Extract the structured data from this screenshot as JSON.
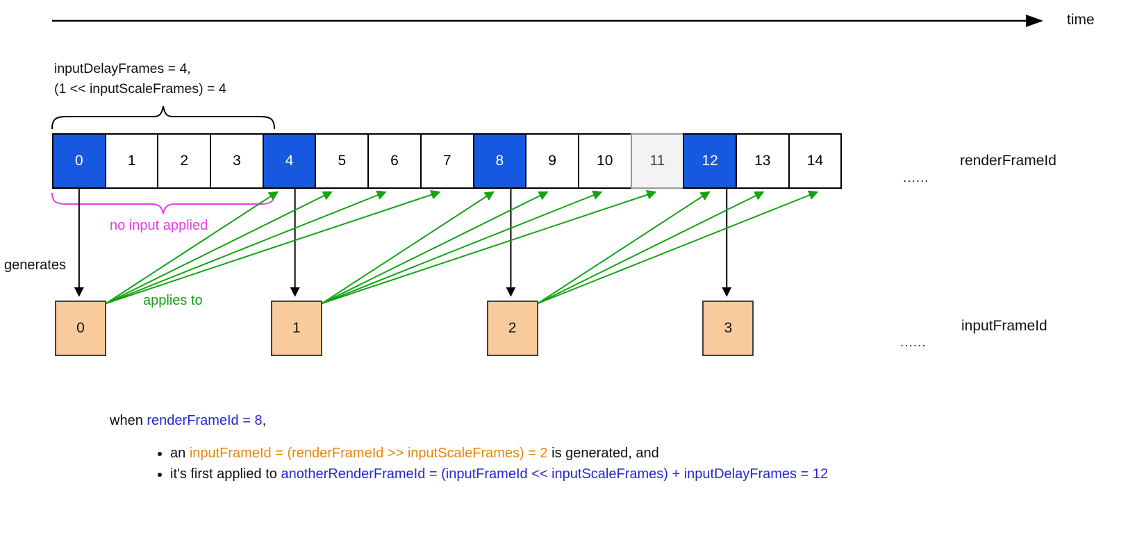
{
  "colors": {
    "blue": "#1659e0",
    "green": "#14a314",
    "magenta": "#ea3cea",
    "orange_fill": "#f9cb9c",
    "orange_border": "#404040",
    "gray_fill": "#f3f3f3",
    "gray_border": "#999999",
    "blue_text": "#2626d6",
    "orange_text": "#e8860d"
  },
  "time_label": "time",
  "annotations": {
    "delay_line1": "inputDelayFrames = 4,",
    "delay_line2": "(1 << inputScaleFrames) = 4",
    "no_input": "no input applied",
    "generates": "generates",
    "applies_to": "applies to"
  },
  "render_row": {
    "label": "renderFrameId",
    "ellipsis": "......",
    "cells": [
      {
        "id": "0",
        "style": "blue"
      },
      {
        "id": "1",
        "style": "white"
      },
      {
        "id": "2",
        "style": "white"
      },
      {
        "id": "3",
        "style": "white"
      },
      {
        "id": "4",
        "style": "blue"
      },
      {
        "id": "5",
        "style": "white"
      },
      {
        "id": "6",
        "style": "white"
      },
      {
        "id": "7",
        "style": "white"
      },
      {
        "id": "8",
        "style": "blue"
      },
      {
        "id": "9",
        "style": "white"
      },
      {
        "id": "10",
        "style": "white"
      },
      {
        "id": "11",
        "style": "gray"
      },
      {
        "id": "12",
        "style": "blue"
      },
      {
        "id": "13",
        "style": "white"
      },
      {
        "id": "14",
        "style": "white"
      }
    ]
  },
  "input_row": {
    "label": "inputFrameId",
    "ellipsis": "......",
    "cells": [
      {
        "id": "0"
      },
      {
        "id": "1"
      },
      {
        "id": "2"
      },
      {
        "id": "3"
      }
    ]
  },
  "mappings": {
    "generates": [
      {
        "render": 0,
        "input": 0
      },
      {
        "render": 4,
        "input": 1
      },
      {
        "render": 8,
        "input": 2
      },
      {
        "render": 12,
        "input": 3
      }
    ],
    "applies_to": [
      {
        "input": 0,
        "to_render": [
          4,
          5,
          6,
          7
        ]
      },
      {
        "input": 1,
        "to_render": [
          8,
          9,
          10,
          11
        ]
      },
      {
        "input": 2,
        "to_render": [
          12,
          13,
          14
        ]
      }
    ]
  },
  "explanation": {
    "when_line": [
      {
        "t": "when ",
        "c": "black"
      },
      {
        "t": "renderFrameId = 8",
        "c": "blue"
      },
      {
        "t": ",",
        "c": "black"
      }
    ],
    "bullets": [
      [
        {
          "t": "an ",
          "c": "black"
        },
        {
          "t": "inputFrameId = (renderFrameId >> inputScaleFrames) = 2",
          "c": "orange"
        },
        {
          "t": " is generated, and",
          "c": "black"
        }
      ],
      [
        {
          "t": "it's first applied to ",
          "c": "black"
        },
        {
          "t": "anotherRenderFrameId = (inputFrameId << inputScaleFrames) + inputDelayFrames = 12",
          "c": "blue"
        }
      ]
    ]
  }
}
